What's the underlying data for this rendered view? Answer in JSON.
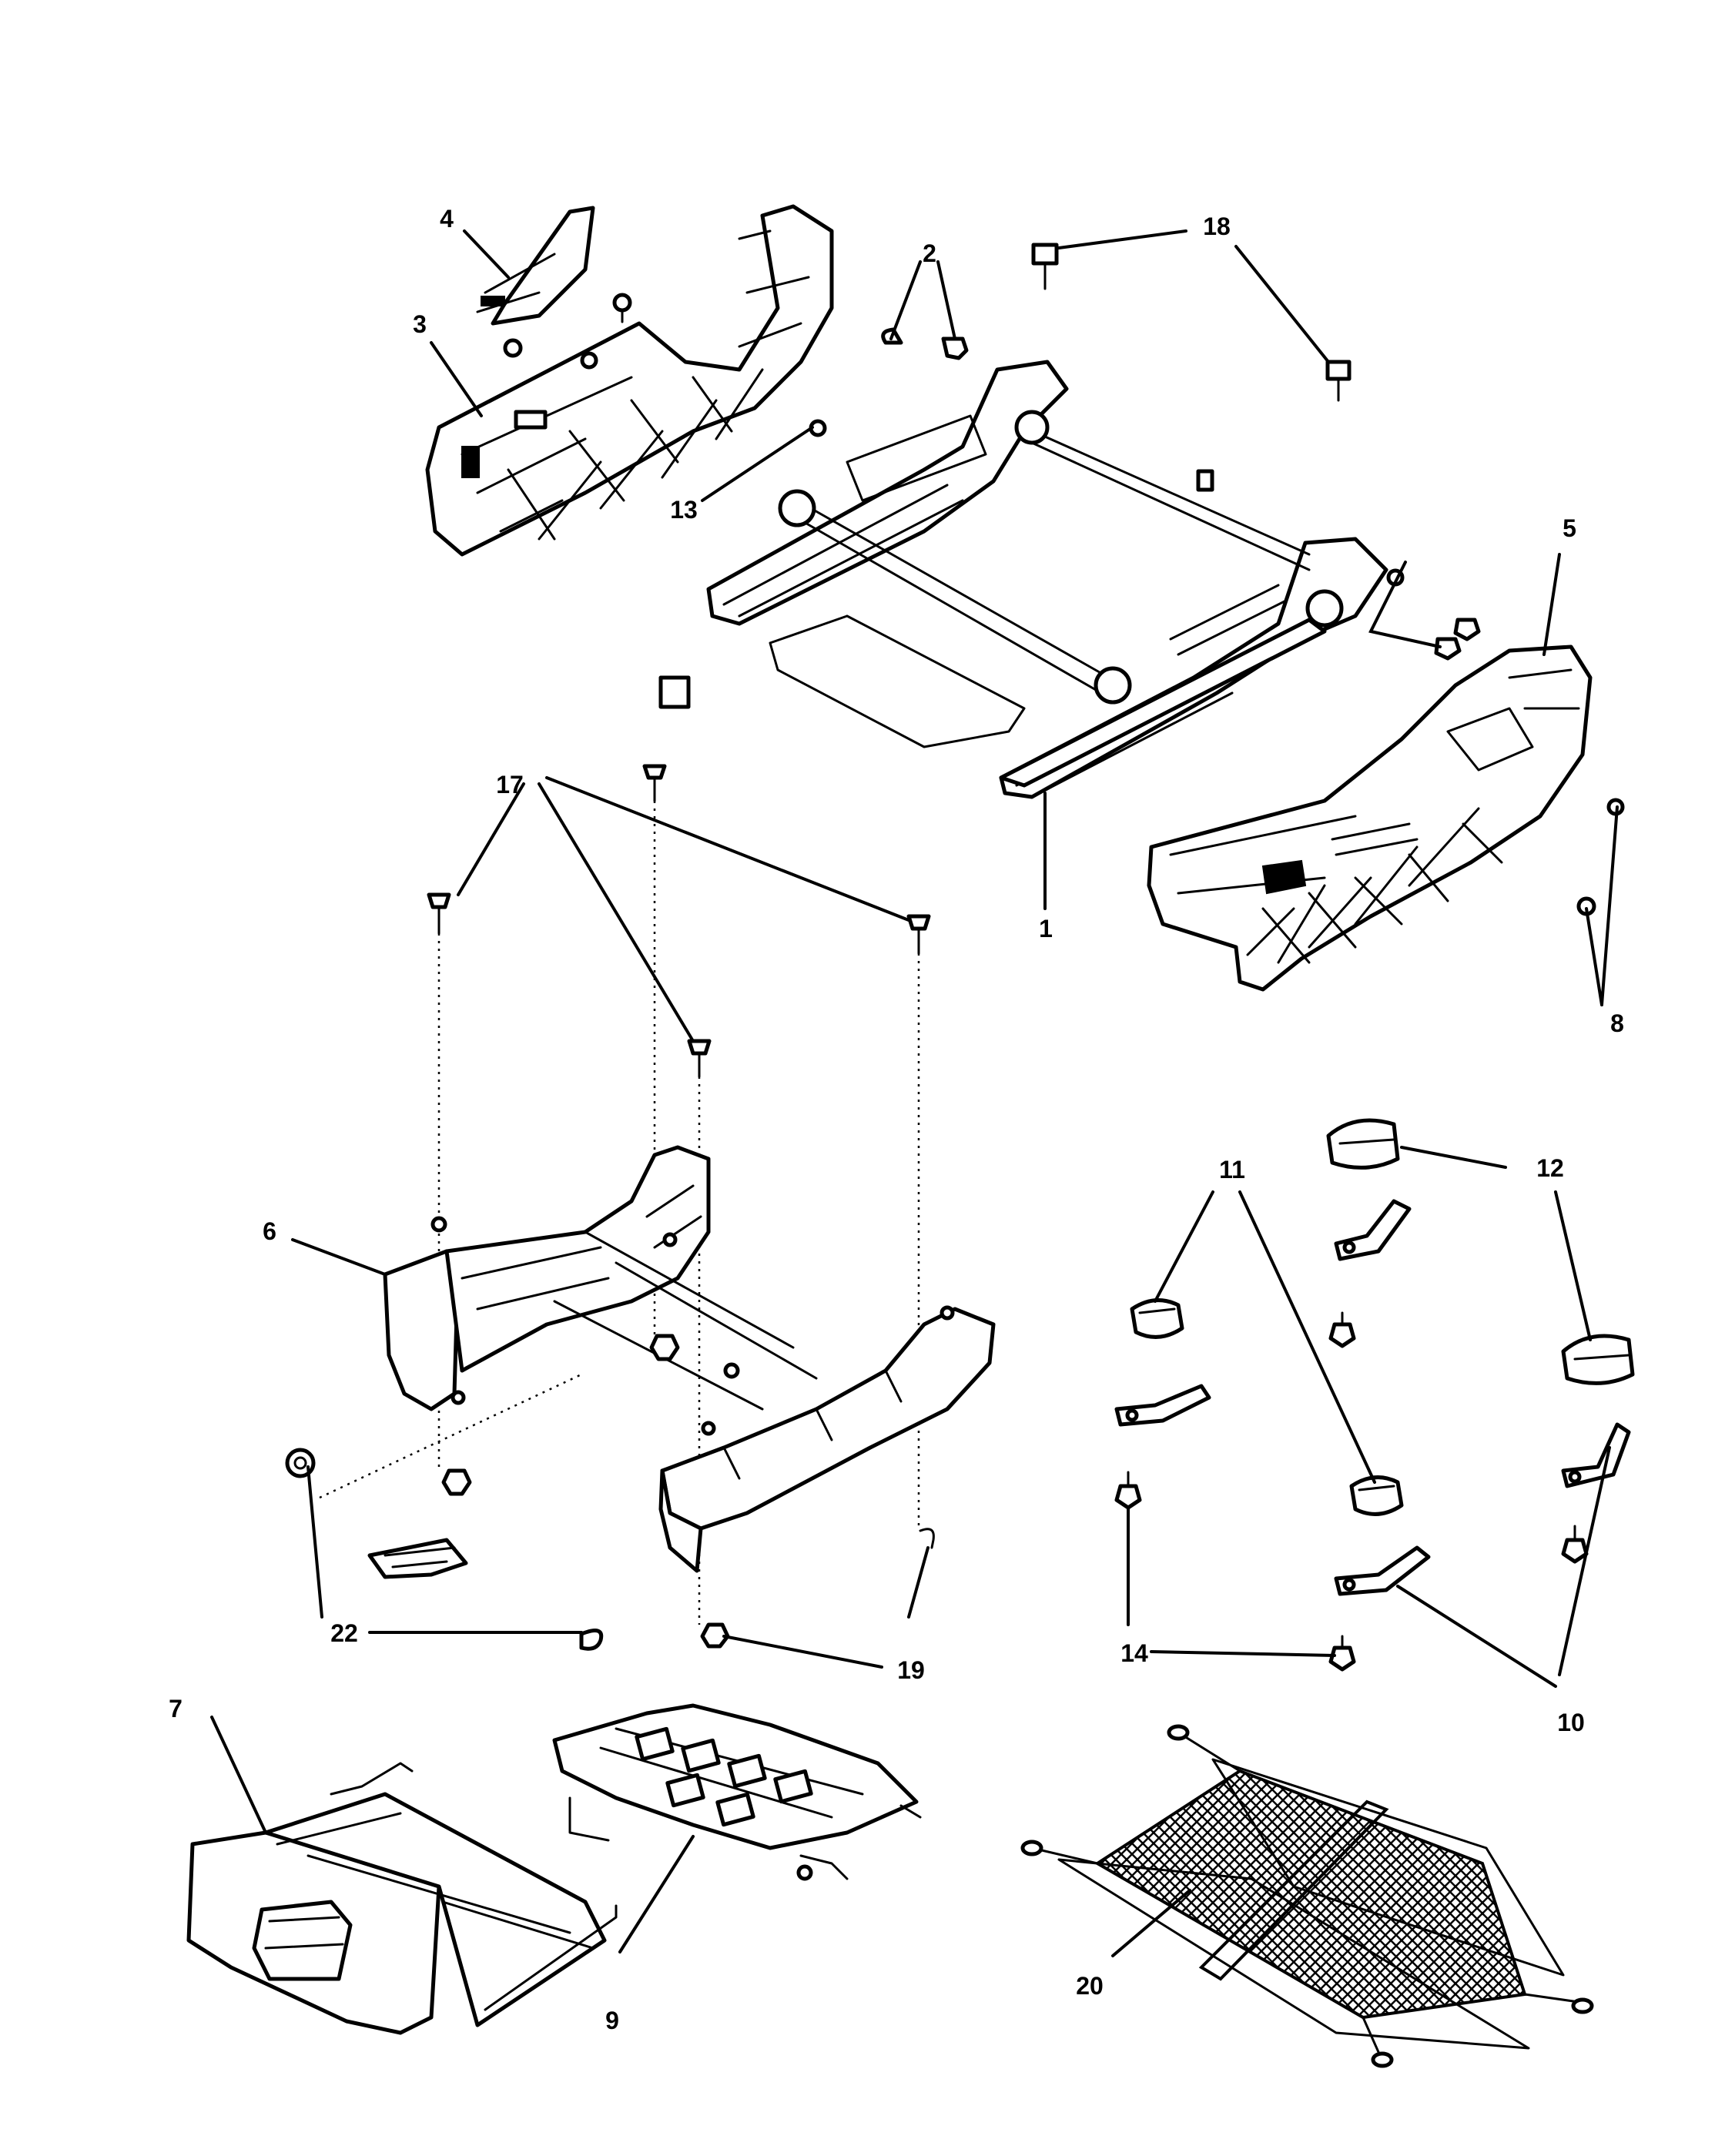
{
  "callouts": [
    "1",
    "2",
    "3",
    "4",
    "5",
    "6",
    "7",
    "8",
    "9",
    "10",
    "11",
    "12",
    "13",
    "14",
    "17",
    "18",
    "19",
    "20",
    "22"
  ],
  "colors": {
    "ink": "#000000",
    "paper": "#ffffff"
  }
}
